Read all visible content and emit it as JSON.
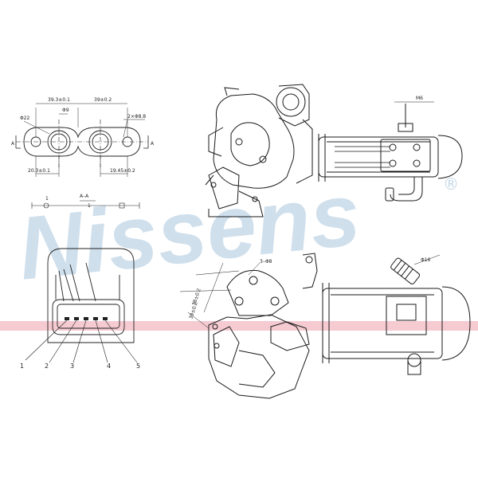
{
  "watermark": {
    "text": "Nissens",
    "registered": "®",
    "colors": {
      "blue": "#a9c6de",
      "red": "#f1b5bd"
    }
  },
  "flange": {
    "dim_top_left": "39.3±0.1",
    "dim_top_right": "39±0.2",
    "dim_hole_small": "Φ9",
    "dim_bore": "Φ22",
    "dim_holes": "2×Φ8.8",
    "dim_bottom_left": "20.3±0.1",
    "dim_bottom_right": "19.45±0.2",
    "section_letter": "A",
    "section_label": "A–A",
    "section_num": "1"
  },
  "connector": {
    "pins": [
      "1",
      "2",
      "3",
      "4",
      "5"
    ]
  },
  "valve_top": {
    "thread": "M6"
  },
  "valve_bottom": {
    "holes": "3–Φ8",
    "dim_1": "78±0.2",
    "dim_2": "39±0.2",
    "pipe_dia": "Φ16"
  }
}
